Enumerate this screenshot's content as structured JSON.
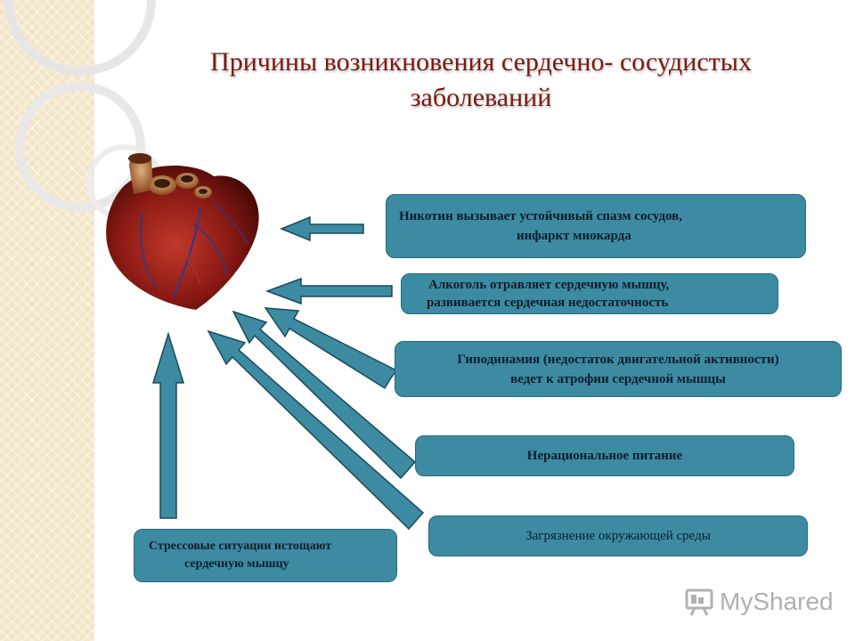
{
  "title": {
    "line1": "Причины возникновения сердечно- сосудистых",
    "line2": "заболеваний"
  },
  "heart_icon": "heart-anatomy-icon",
  "causes": [
    {
      "line1": "Никотин вызывает устойчивый спазм сосудов,",
      "line2": "инфаркт миокарда"
    },
    {
      "line1": "Алкоголь отравляет сердечную мышцу,",
      "line2": "развивается сердечная недостаточность"
    },
    {
      "line1": "Гиподинамия (недостаток двигательной активности)",
      "line2": "ведет к атрофии сердечной мышцы"
    },
    {
      "line1": "Нерациональное питание"
    },
    {
      "line1": "Загрязнение окружающей среды"
    },
    {
      "line1": "Стрессовые ситуации истощают",
      "line2": "сердечную мышцу"
    }
  ],
  "watermark": {
    "text": "MyShared",
    "icon": "presentation-board-icon"
  },
  "colors": {
    "box_fill": "#3d8aa3",
    "title": "#7a1a12",
    "heart": "#8b1a14"
  }
}
